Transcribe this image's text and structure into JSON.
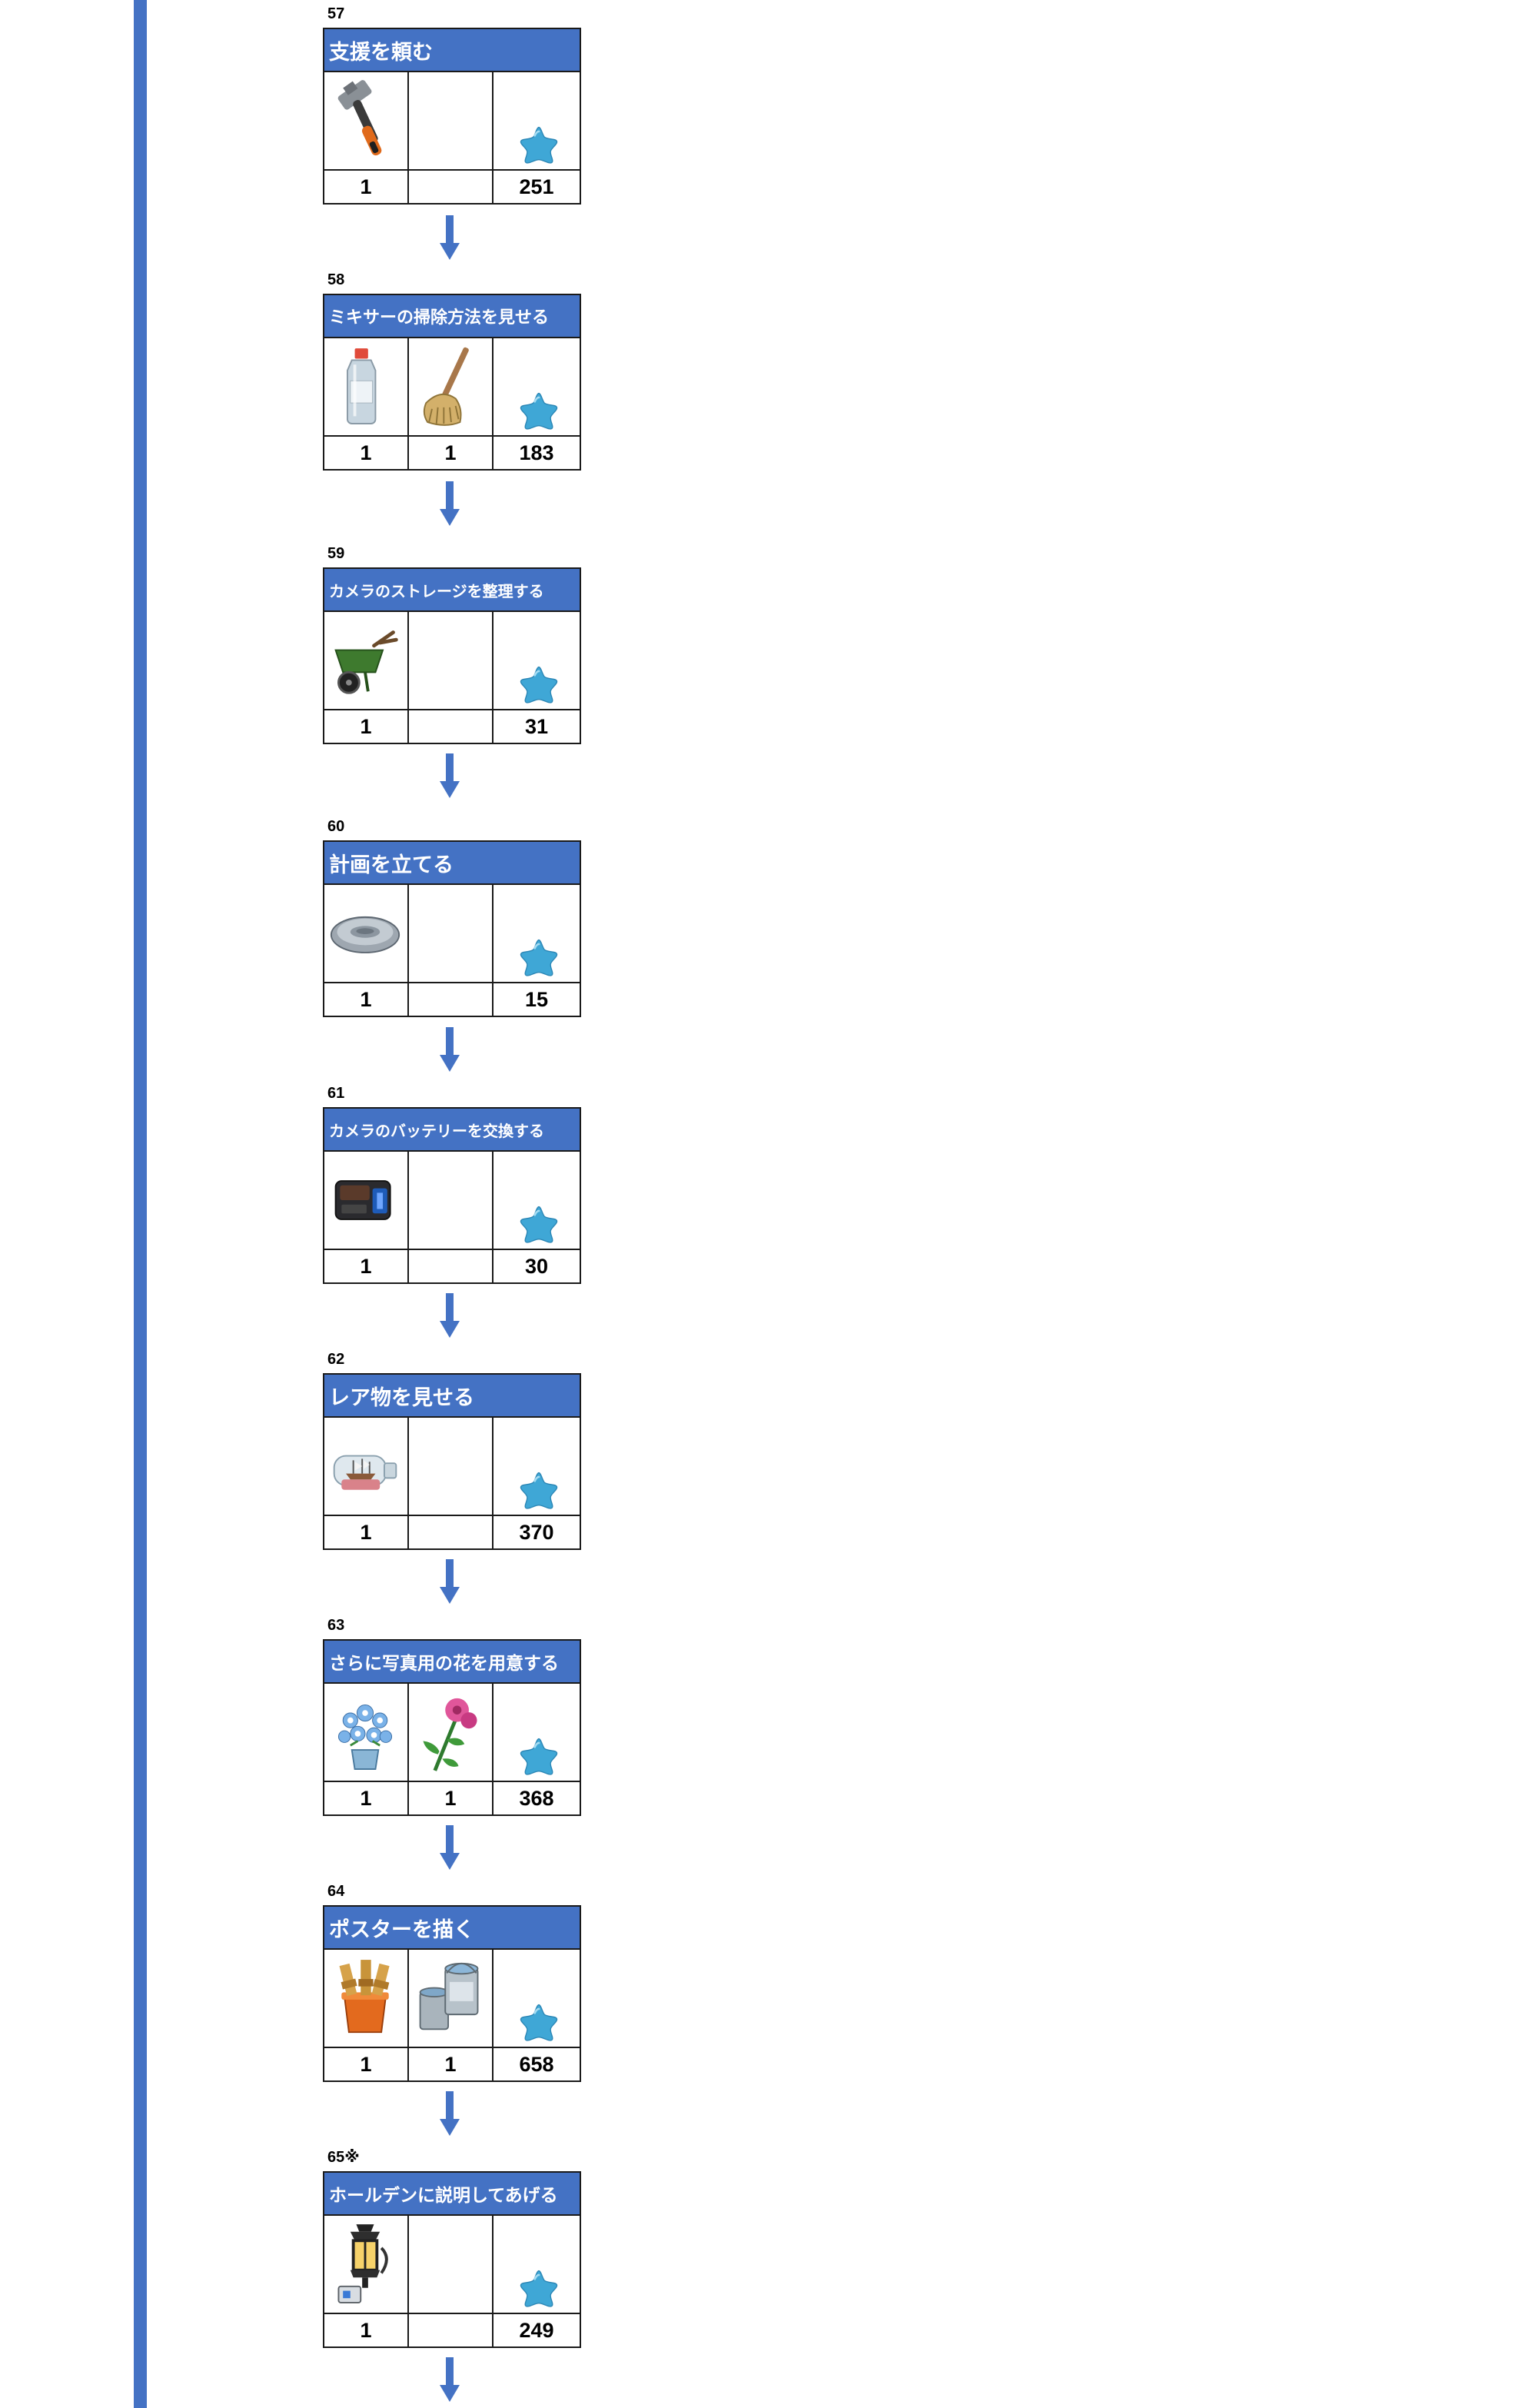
{
  "colors": {
    "accent": "#4472c4",
    "star": "#3fa7d6",
    "border": "#1a1a1a"
  },
  "quests": [
    {
      "number": "57",
      "title": "支援を頼む",
      "items": [
        {
          "icon": "hammer-icon",
          "count": "1"
        },
        {
          "icon": "",
          "count": ""
        }
      ],
      "star_count": "251"
    },
    {
      "number": "58",
      "title": "ミキサーの掃除方法を見せる",
      "items": [
        {
          "icon": "cleaner-bottle-icon",
          "count": "1"
        },
        {
          "icon": "mop-icon",
          "count": "1"
        }
      ],
      "star_count": "183"
    },
    {
      "number": "59",
      "title": "カメラのストレージを整理する",
      "items": [
        {
          "icon": "wheelbarrow-icon",
          "count": "1"
        },
        {
          "icon": "",
          "count": ""
        }
      ],
      "star_count": "31"
    },
    {
      "number": "60",
      "title": "計画を立てる",
      "items": [
        {
          "icon": "stone-plate-icon",
          "count": "1"
        },
        {
          "icon": "",
          "count": ""
        }
      ],
      "star_count": "15"
    },
    {
      "number": "61",
      "title": "カメラのバッテリーを交換する",
      "items": [
        {
          "icon": "battery-icon",
          "count": "1"
        },
        {
          "icon": "",
          "count": ""
        }
      ],
      "star_count": "30"
    },
    {
      "number": "62",
      "title": "レア物を見せる",
      "items": [
        {
          "icon": "ship-in-bottle-icon",
          "count": "1"
        },
        {
          "icon": "",
          "count": ""
        }
      ],
      "star_count": "370"
    },
    {
      "number": "63",
      "title": "さらに写真用の花を用意する",
      "items": [
        {
          "icon": "flower-bouquet-icon",
          "count": "1"
        },
        {
          "icon": "pink-flower-icon",
          "count": "1"
        }
      ],
      "star_count": "368"
    },
    {
      "number": "64",
      "title": "ポスターを描く",
      "items": [
        {
          "icon": "brush-bucket-icon",
          "count": "1"
        },
        {
          "icon": "paint-cans-icon",
          "count": "1"
        }
      ],
      "star_count": "658"
    },
    {
      "number": "65※",
      "title": "ホールデンに説明してあげる",
      "items": [
        {
          "icon": "lantern-icon",
          "count": "1"
        },
        {
          "icon": "",
          "count": ""
        }
      ],
      "star_count": "249"
    }
  ]
}
